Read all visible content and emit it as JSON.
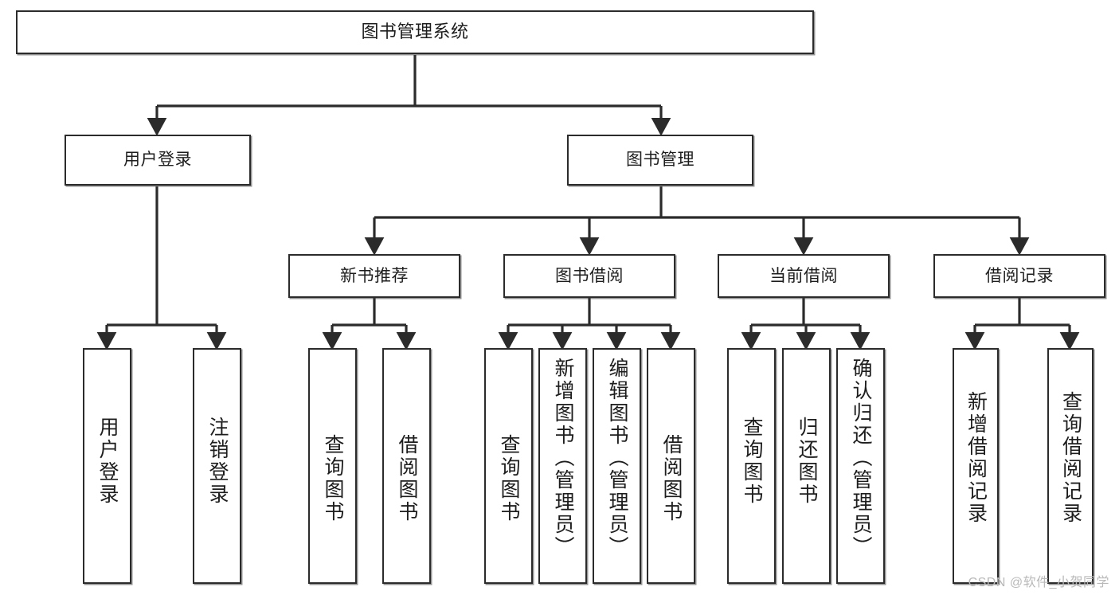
{
  "diagram": {
    "title": "图书管理系统",
    "type": "tree-hierarchy-chart",
    "stroke_color": "#2b2b2b",
    "fill_color": "#ffffff",
    "text_color": "#1d1d1d",
    "watermark": "CSDN @软件_小贺同学",
    "levels": [
      {
        "level": 1,
        "nodes": [
          {
            "id": "root",
            "label": "图书管理系统"
          }
        ]
      },
      {
        "level": 2,
        "nodes": [
          {
            "id": "login",
            "label": "用户登录",
            "parent": "root"
          },
          {
            "id": "bookmgmt",
            "label": "图书管理",
            "parent": "root"
          }
        ]
      },
      {
        "level": 3,
        "nodes": [
          {
            "id": "newbook",
            "label": "新书推荐",
            "parent": "bookmgmt"
          },
          {
            "id": "borrow",
            "label": "图书借阅",
            "parent": "bookmgmt"
          },
          {
            "id": "current",
            "label": "当前借阅",
            "parent": "bookmgmt"
          },
          {
            "id": "records",
            "label": "借阅记录",
            "parent": "bookmgmt"
          }
        ]
      },
      {
        "level": 4,
        "nodes": [
          {
            "id": "leaf-1",
            "label": "用户登录",
            "parent": "login"
          },
          {
            "id": "leaf-2",
            "label": "注销登录",
            "parent": "login"
          },
          {
            "id": "leaf-3",
            "label": "查询图书",
            "parent": "newbook"
          },
          {
            "id": "leaf-4",
            "label": "借阅图书",
            "parent": "newbook"
          },
          {
            "id": "leaf-5",
            "label": "查询图书",
            "parent": "borrow"
          },
          {
            "id": "leaf-6",
            "label": "新增图书（管理员）",
            "parent": "borrow"
          },
          {
            "id": "leaf-7",
            "label": "编辑图书（管理员）",
            "parent": "borrow"
          },
          {
            "id": "leaf-8",
            "label": "借阅图书",
            "parent": "borrow"
          },
          {
            "id": "leaf-9",
            "label": "查询图书",
            "parent": "current"
          },
          {
            "id": "leaf-10",
            "label": "归还图书",
            "parent": "current"
          },
          {
            "id": "leaf-11",
            "label": "确认归还（管理员）",
            "parent": "current"
          },
          {
            "id": "leaf-12",
            "label": "新增借阅记录",
            "parent": "records"
          },
          {
            "id": "leaf-13",
            "label": "查询借阅记录",
            "parent": "records"
          }
        ]
      }
    ]
  }
}
